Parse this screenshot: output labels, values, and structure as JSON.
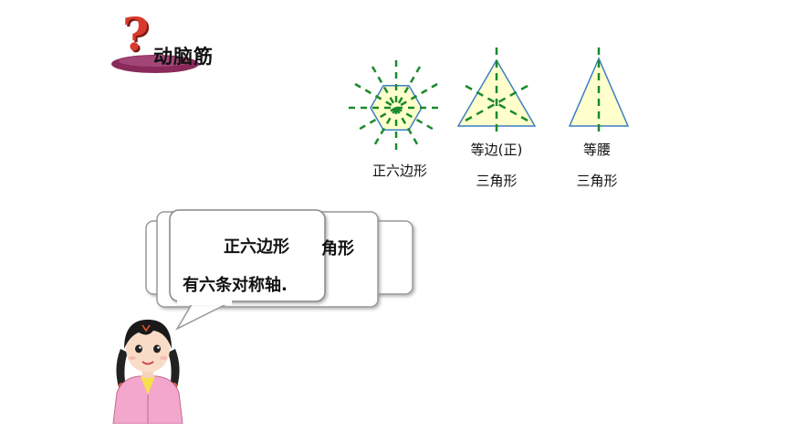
{
  "header": {
    "title": "动脑筋",
    "question_mark": "?"
  },
  "shapes": {
    "hexagon": {
      "label": "正六边形",
      "axis_count": 6
    },
    "equilateral_triangle": {
      "label_line1": "等边(正)",
      "label_line2": "三角形",
      "axis_count": 3
    },
    "isosceles_triangle": {
      "label_line1": "等腰",
      "label_line2": "三角形",
      "axis_count": 1
    }
  },
  "speech": {
    "front_line1": "正六边形",
    "front_line2": "有六条对称轴.",
    "behind_fragment": "角形"
  },
  "colors": {
    "shape_fill": "#ffffcc",
    "shape_stroke": "#3b7fc4",
    "axis": "#1a8a2a",
    "question_mark": "#d93a2b",
    "title_shadow": "#8a2a5a"
  }
}
